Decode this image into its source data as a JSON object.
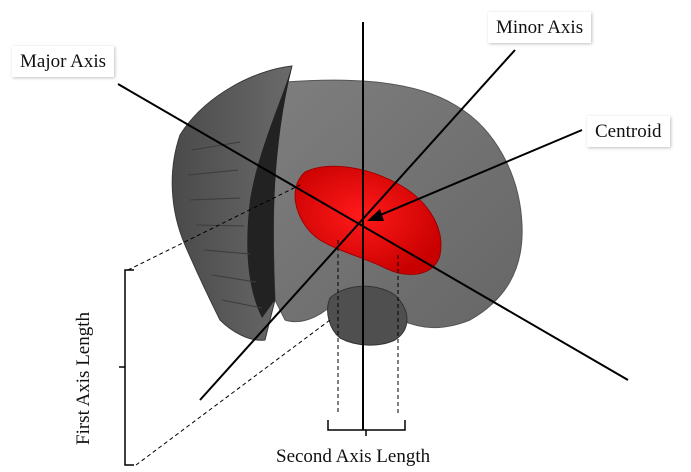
{
  "labels": {
    "major_axis": "Major Axis",
    "minor_axis": "Minor Axis",
    "centroid": "Centroid",
    "first_axis_length": "First Axis Length",
    "second_axis_length": "Second Axis Length"
  },
  "colors": {
    "background": "#ffffff",
    "brain_surface": "#777777",
    "brain_dark_face": "#222222",
    "brain_left_lobe": "#5c5c5c",
    "structure": "#e00000",
    "axis_line": "#000000"
  }
}
